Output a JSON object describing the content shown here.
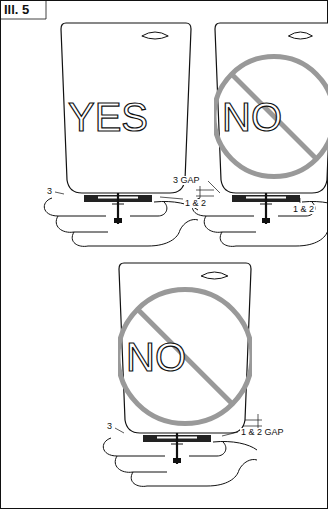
{
  "diagram": {
    "title": "Ill. 5",
    "nodes": [
      {
        "text": [
          "YES"
        ]
      },
      {
        "text": [
          "NO"
        ]
      },
      {
        "text": [
          "NO"
        ]
      }
    ],
    "labels": [
      "3",
      "1 & 2",
      "3 GAP",
      "1 & 2",
      "3",
      "1 & 2 GAP"
    ]
  }
}
